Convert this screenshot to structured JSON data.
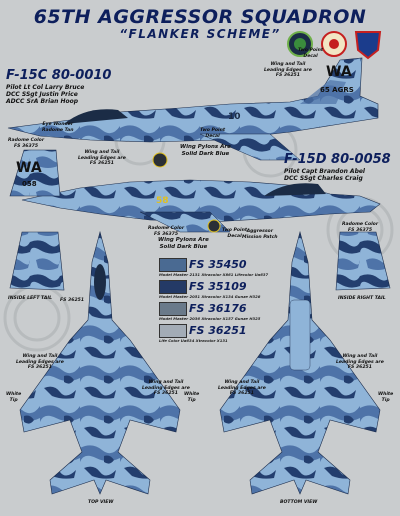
{
  "header": {
    "title": "65TH AGGRESSOR SQUADRON",
    "subtitle": "“FLANKER SCHEME”"
  },
  "aircraft1": {
    "title": "F-15C 80-0010",
    "crew": "Pilot Lt Col Larry Bruce\nDCC SSgt Justin Price\nADCC SrA Brian Hoop",
    "tail_code": "WA",
    "tail_text": "65 AGRS",
    "nose_number": "10"
  },
  "aircraft2": {
    "title": "F-15D 80-0058",
    "crew": "Pilot Capt Brandon Abel\nDCC SSgt Charles Craig",
    "tail_code": "WA",
    "tail_number": "058",
    "nose_number": "58"
  },
  "notes": {
    "wing_tail_edges_1": "Wing and Tail\nLeading Edges are\nFS 36251",
    "two_point_decal_1": "Two Point\nDecal",
    "eyes_locked_1": "Eye Wonder\nRadome Tan",
    "radome_1": "Radome Color\nFS 36375",
    "wing_pylons_1": "Wing Pylons Are\nSolid Dark Blue",
    "wing_tail_edges_2": "Wing and Tail\nLeading Edges are\nFS 36251",
    "two_point_decal_2": "Two Point\nDecal",
    "emblem_note": "Aggressor\nMission Patch",
    "radome_2": "Radome Color\nFS 36375",
    "wing_pylons_2": "Wing Pylons Are\nSolid Dark Blue",
    "two_point_decal_3": "Two Point\nDecal",
    "radome_3": "Radome Color\nFS 36375",
    "fs_36251_note": "FS 36251",
    "wing_tail_edges_3": "Wing and Tail\nLeading Edges are\nFS 36251",
    "wing_tail_edges_4": "Wing and Tail\nLeading Edges are\nFS 36251",
    "wing_tail_edges_5": "Wing and Tail\nLeading Edges are\nFS 36251",
    "wing_tail_edges_6": "Wing and Tail\nLeading Edges are\nFS 36251",
    "white_tip_1": "White\nTip",
    "white_tip_2": "White\nTip",
    "white_tip_3": "White\nTip"
  },
  "swatches": [
    {
      "label": "FS 35450",
      "color": "#4a6a92",
      "mix": "Model Master 2131  Xtracolor X861  Lifecolor Ua637"
    },
    {
      "label": "FS 35109",
      "color": "#243a66",
      "mix": "Model Master 2051  Xtracolor X134  Gunze H328"
    },
    {
      "label": "FS 36176",
      "color": "#6a7a8a",
      "mix": "Model Master 2036  Xtracolor X157  Gunze H325"
    },
    {
      "label": "FS 36251",
      "color": "#a3acb6",
      "mix": "Life Color Ua634  Xtracolor X131"
    }
  ],
  "views": {
    "left_tail": "INSIDE LEFT TAIL",
    "right_tail": "INSIDE RIGHT TAIL",
    "top": "TOP VIEW",
    "bottom": "BOTTOM VIEW"
  },
  "colors": {
    "title_blue": "#0d1f5c",
    "camo_light": "#8fb4d8",
    "camo_mid": "#4e73a8",
    "camo_dark": "#233e6e",
    "background": "#c9ccce"
  },
  "icons": [
    "squadron-patch-icon",
    "aggressor-patch-icon",
    "air-combat-command-icon"
  ]
}
